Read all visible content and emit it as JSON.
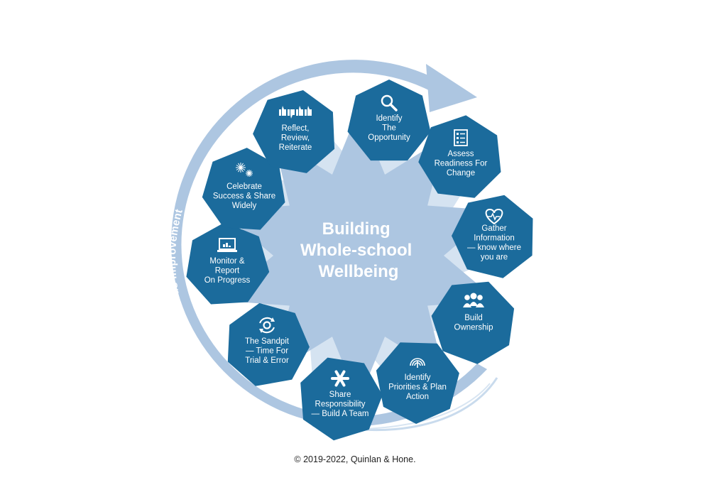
{
  "center": {
    "lines": [
      "Building",
      "Whole-school",
      "Wellbeing"
    ]
  },
  "cycle_label": "Continuous Improvement",
  "steps": [
    {
      "icon": "magnifier-icon",
      "lines": [
        "Identify",
        "The",
        "Opportunity"
      ]
    },
    {
      "icon": "checklist-icon",
      "lines": [
        "Assess",
        "Readiness For",
        "Change"
      ]
    },
    {
      "icon": "heart-pulse-icon",
      "lines": [
        "Gather",
        "Information",
        "— know where",
        "you are"
      ]
    },
    {
      "icon": "group-icon",
      "lines": [
        "Build",
        "Ownership"
      ]
    },
    {
      "icon": "fingerprint-icon",
      "lines": [
        "Identify",
        "Priorities & Plan",
        "Action"
      ]
    },
    {
      "icon": "team-hands-icon",
      "lines": [
        "Share",
        "Responsibility",
        "— Build A Team"
      ]
    },
    {
      "icon": "cycle-gear-icon",
      "lines": [
        "The Sandpit",
        "— Time For",
        "Trial & Error"
      ]
    },
    {
      "icon": "laptop-chart-icon",
      "lines": [
        "Monitor &",
        "Report",
        "On Progress"
      ]
    },
    {
      "icon": "fireworks-icon",
      "lines": [
        "Celebrate",
        "Success & Share",
        "Widely"
      ]
    },
    {
      "icon": "thumbs-icon",
      "lines": [
        "Reflect,",
        "Review,",
        "Reiterate"
      ]
    }
  ],
  "copyright": "© 2019-2022, Quinlan & Hone.",
  "colors": {
    "hex": "#1b6b9c",
    "light": "#adc6e1",
    "lighter": "#d5e3f1",
    "text": "#ffffff"
  }
}
